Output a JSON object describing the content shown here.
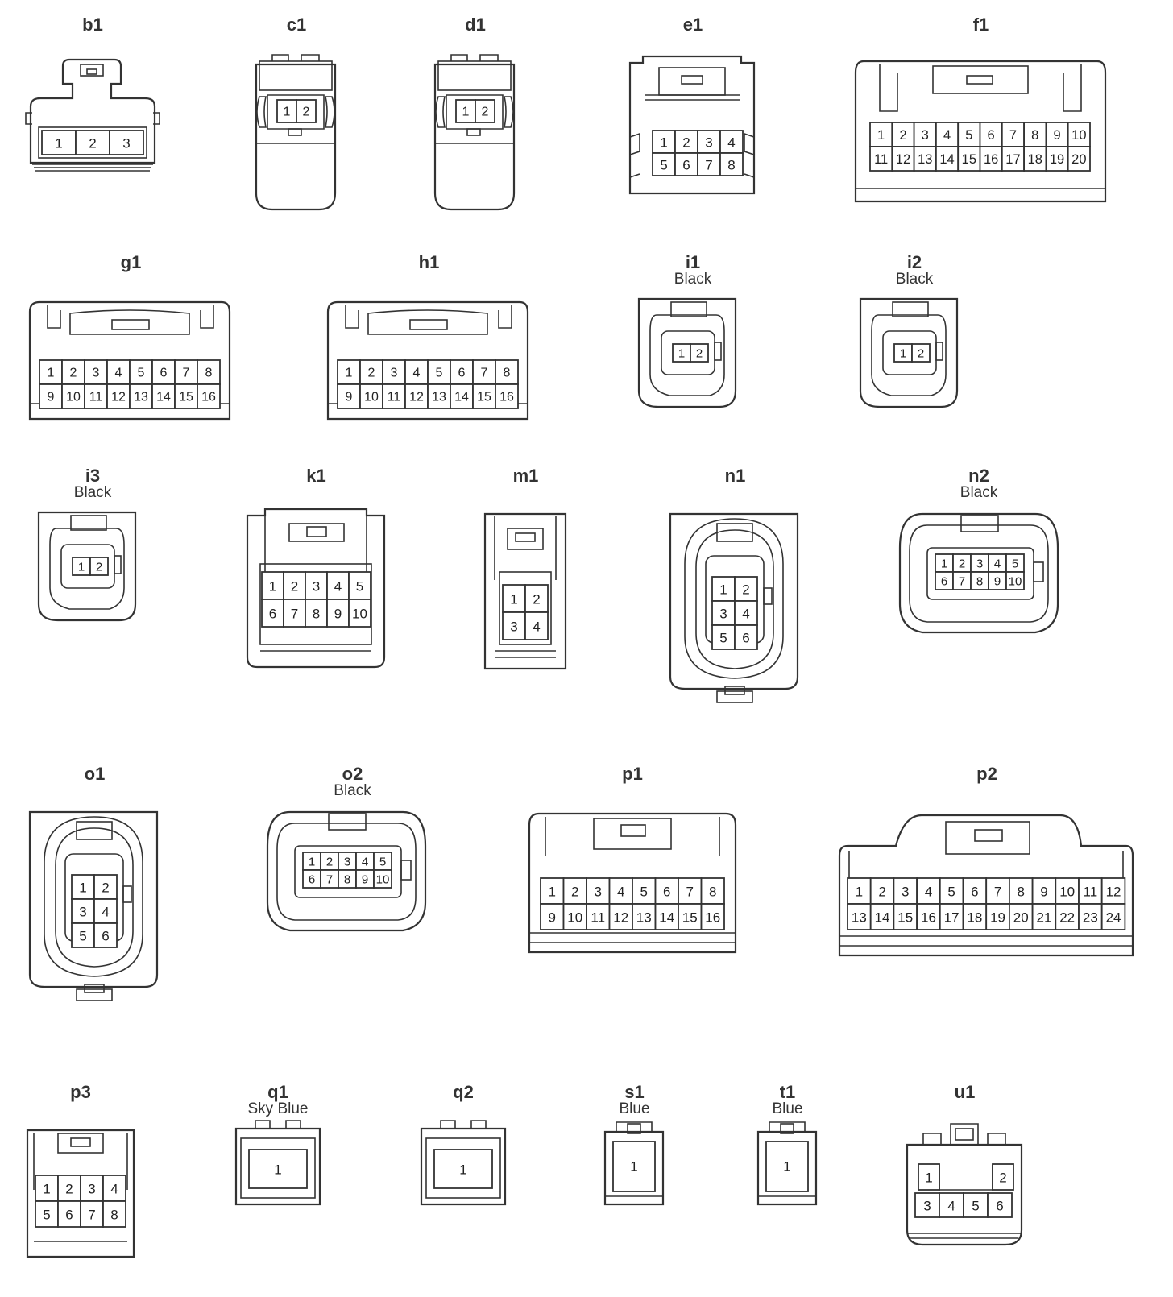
{
  "connectors": [
    {
      "id": "b1",
      "label": "b1",
      "color": "",
      "type": "b1",
      "pins": [
        [
          "1",
          "2",
          "3"
        ]
      ]
    },
    {
      "id": "c1",
      "label": "c1",
      "color": "",
      "type": "c1",
      "pins": [
        [
          "1",
          "2"
        ]
      ]
    },
    {
      "id": "d1",
      "label": "d1",
      "color": "",
      "type": "c1",
      "pins": [
        [
          "1",
          "2"
        ]
      ]
    },
    {
      "id": "e1",
      "label": "e1",
      "color": "",
      "type": "e1",
      "pins": [
        [
          "1",
          "2",
          "3",
          "4"
        ],
        [
          "5",
          "6",
          "7",
          "8"
        ]
      ]
    },
    {
      "id": "f1",
      "label": "f1",
      "color": "",
      "type": "f1",
      "pins": [
        [
          "1",
          "2",
          "3",
          "4",
          "5",
          "6",
          "7",
          "8",
          "9",
          "10"
        ],
        [
          "11",
          "12",
          "13",
          "14",
          "15",
          "16",
          "17",
          "18",
          "19",
          "20"
        ]
      ]
    },
    {
      "id": "g1",
      "label": "g1",
      "color": "",
      "type": "g1",
      "pins": [
        [
          "1",
          "2",
          "3",
          "4",
          "5",
          "6",
          "7",
          "8"
        ],
        [
          "9",
          "10",
          "11",
          "12",
          "13",
          "14",
          "15",
          "16"
        ]
      ]
    },
    {
      "id": "h1",
      "label": "h1",
      "color": "",
      "type": "g1",
      "pins": [
        [
          "1",
          "2",
          "3",
          "4",
          "5",
          "6",
          "7",
          "8"
        ],
        [
          "9",
          "10",
          "11",
          "12",
          "13",
          "14",
          "15",
          "16"
        ]
      ]
    },
    {
      "id": "i1",
      "label": "i1",
      "color": "Black",
      "type": "i1",
      "pins": [
        [
          "1",
          "2"
        ]
      ]
    },
    {
      "id": "i2",
      "label": "i2",
      "color": "Black",
      "type": "i1",
      "pins": [
        [
          "1",
          "2"
        ]
      ]
    },
    {
      "id": "i3",
      "label": "i3",
      "color": "Black",
      "type": "i1",
      "pins": [
        [
          "1",
          "2"
        ]
      ]
    },
    {
      "id": "k1",
      "label": "k1",
      "color": "",
      "type": "k1",
      "pins": [
        [
          "1",
          "2",
          "3",
          "4",
          "5"
        ],
        [
          "6",
          "7",
          "8",
          "9",
          "10"
        ]
      ]
    },
    {
      "id": "m1",
      "label": "m1",
      "color": "",
      "type": "m1",
      "pins": [
        [
          "1",
          "2"
        ],
        [
          "3",
          "4"
        ]
      ]
    },
    {
      "id": "n1",
      "label": "n1",
      "color": "",
      "type": "n1",
      "pins": [
        [
          "1",
          "2"
        ],
        [
          "3",
          "4"
        ],
        [
          "5",
          "6"
        ]
      ]
    },
    {
      "id": "n2",
      "label": "n2",
      "color": "Black",
      "type": "n2",
      "pins": [
        [
          "1",
          "2",
          "3",
          "4",
          "5"
        ],
        [
          "6",
          "7",
          "8",
          "9",
          "10"
        ]
      ]
    },
    {
      "id": "o1",
      "label": "o1",
      "color": "",
      "type": "n1",
      "pins": [
        [
          "1",
          "2"
        ],
        [
          "3",
          "4"
        ],
        [
          "5",
          "6"
        ]
      ]
    },
    {
      "id": "o2",
      "label": "o2",
      "color": "Black",
      "type": "n2",
      "pins": [
        [
          "1",
          "2",
          "3",
          "4",
          "5"
        ],
        [
          "6",
          "7",
          "8",
          "9",
          "10"
        ]
      ]
    },
    {
      "id": "p1",
      "label": "p1",
      "color": "",
      "type": "p1",
      "pins": [
        [
          "1",
          "2",
          "3",
          "4",
          "5",
          "6",
          "7",
          "8"
        ],
        [
          "9",
          "10",
          "11",
          "12",
          "13",
          "14",
          "15",
          "16"
        ]
      ]
    },
    {
      "id": "p2",
      "label": "p2",
      "color": "",
      "type": "p2",
      "pins": [
        [
          "1",
          "2",
          "3",
          "4",
          "5",
          "6",
          "7",
          "8",
          "9",
          "10",
          "11",
          "12"
        ],
        [
          "13",
          "14",
          "15",
          "16",
          "17",
          "18",
          "19",
          "20",
          "21",
          "22",
          "23",
          "24"
        ]
      ]
    },
    {
      "id": "p3",
      "label": "p3",
      "color": "",
      "type": "p3",
      "pins": [
        [
          "1",
          "2",
          "3",
          "4"
        ],
        [
          "5",
          "6",
          "7",
          "8"
        ]
      ]
    },
    {
      "id": "q1",
      "label": "q1",
      "color": "Sky Blue",
      "type": "q1",
      "pins": [
        [
          "1"
        ]
      ]
    },
    {
      "id": "q2",
      "label": "q2",
      "color": "",
      "type": "q1",
      "pins": [
        [
          "1"
        ]
      ]
    },
    {
      "id": "s1",
      "label": "s1",
      "color": "Blue",
      "type": "s1",
      "pins": [
        [
          "1"
        ]
      ]
    },
    {
      "id": "t1",
      "label": "t1",
      "color": "Blue",
      "type": "s1",
      "pins": [
        [
          "1"
        ]
      ]
    },
    {
      "id": "u1",
      "label": "u1",
      "color": "",
      "type": "u1",
      "pins": [
        [
          "1",
          "",
          "2"
        ],
        [
          "3",
          "4",
          "5",
          "6"
        ]
      ]
    }
  ]
}
